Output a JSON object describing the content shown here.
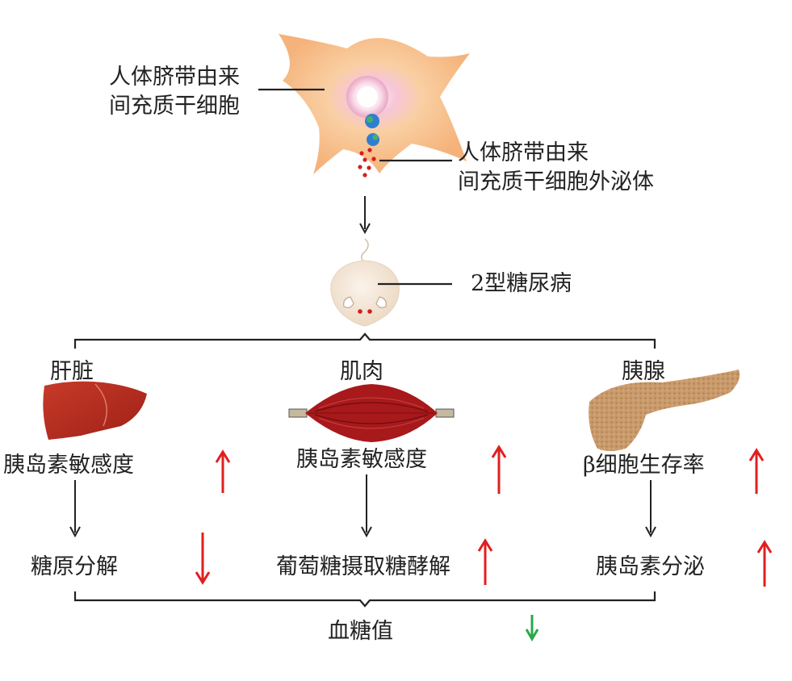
{
  "labels": {
    "msc": "人体脐带由来\n间充质干细胞",
    "exosome": "人体脐带由来\n间充质干细胞外泌体",
    "disease": "2型糖尿病",
    "liver": "肝脏",
    "muscle": "肌肉",
    "pancreas": "胰腺",
    "liver_effect": "胰岛素敏感度",
    "muscle_effect": "胰岛素敏感度",
    "pancreas_effect": "β细胞生存率",
    "liver_outcome": "糖原分解",
    "muscle_outcome": "葡萄糖摄取糖酵解",
    "pancreas_outcome": "胰岛素分泌",
    "final": "血糖值"
  },
  "trends": {
    "liver_effect": "up",
    "muscle_effect": "up",
    "pancreas_effect": "up",
    "liver_outcome": "down",
    "muscle_outcome": "up",
    "pancreas_outcome": "up",
    "final": "down"
  },
  "colors": {
    "increase_arrow": "#e11f1f",
    "decrease_arrow": "#e11f1f",
    "final_decrease_arrow": "#2aa84a",
    "cell_body": "#f7c08a",
    "liver": "#b8281e",
    "muscle": "#a8191b",
    "pancreas": "#c89a6a",
    "mouse": "#f4e6d6"
  },
  "icons": [
    "stem-cell-icon",
    "exosome-icon",
    "mouse-icon",
    "liver-icon",
    "muscle-icon",
    "pancreas-icon"
  ]
}
